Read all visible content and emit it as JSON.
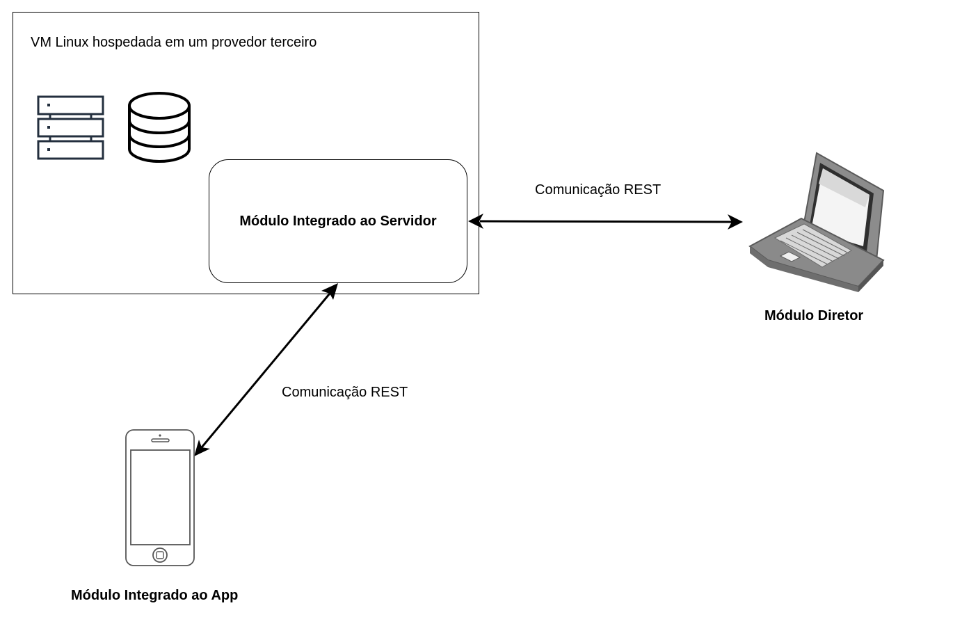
{
  "vm": {
    "title": "VM Linux hospedada em um provedor terceiro"
  },
  "server_module": {
    "label": "Módulo Integrado ao Servidor"
  },
  "director_module": {
    "label": "Módulo Diretor"
  },
  "app_module": {
    "label": "Módulo Integrado ao App"
  },
  "edges": {
    "server_director": "Comunicação REST",
    "server_app": "Comunicação REST"
  },
  "icons": {
    "server": "server-rack-icon",
    "database": "database-icon",
    "laptop": "laptop-icon",
    "phone": "smartphone-icon"
  },
  "colors": {
    "server_icon": "#232f3e",
    "laptop_body": "#8c8c8c",
    "laptop_dark": "#5a5a5a",
    "line": "#000000"
  }
}
